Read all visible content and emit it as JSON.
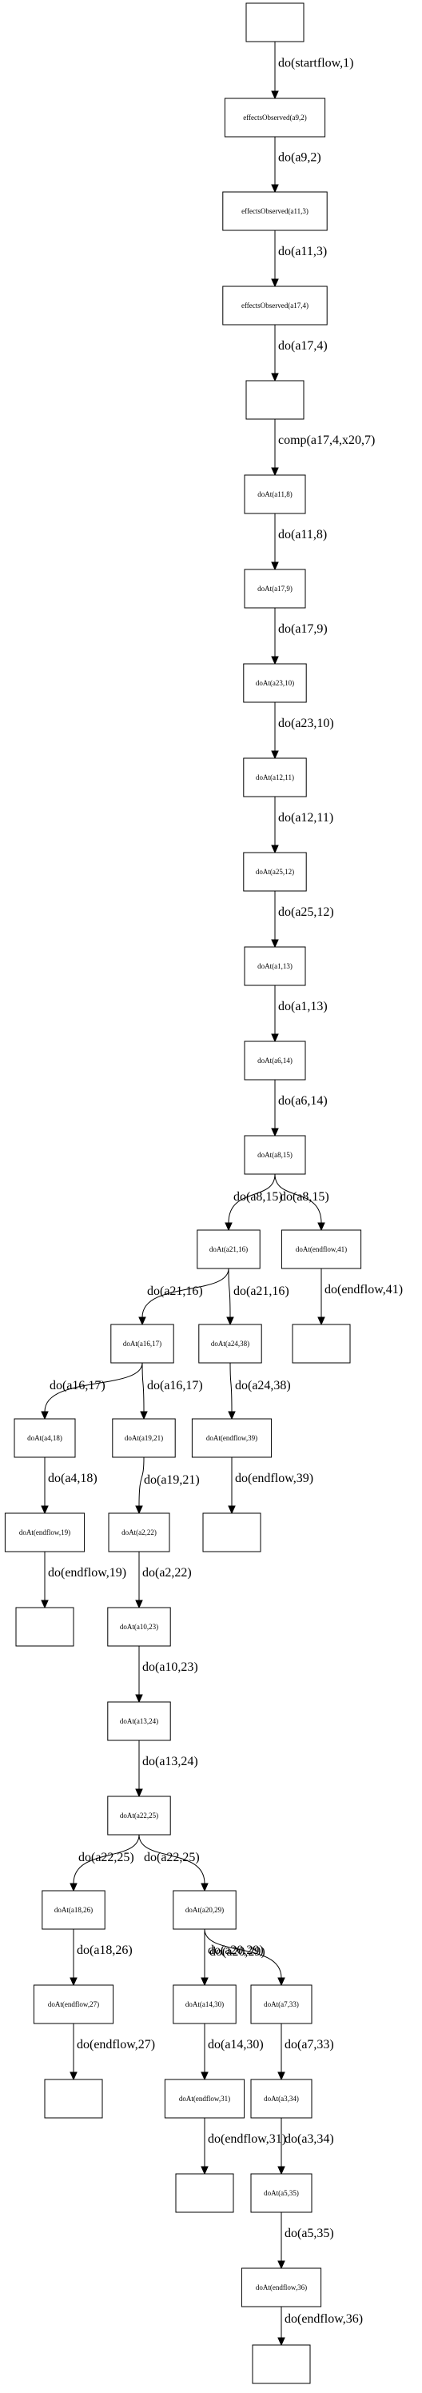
{
  "nodes": [
    {
      "id": "n0",
      "label": ""
    },
    {
      "id": "n1",
      "label": "effectsObserved(a9,2)"
    },
    {
      "id": "n2",
      "label": "effectsObserved(a11,3)"
    },
    {
      "id": "n3",
      "label": "effectsObserved(a17,4)"
    },
    {
      "id": "n4",
      "label": ""
    },
    {
      "id": "n5",
      "label": "doAt(a11,8)"
    },
    {
      "id": "n6",
      "label": "doAt(a17,9)"
    },
    {
      "id": "n7",
      "label": "doAt(a23,10)"
    },
    {
      "id": "n8",
      "label": "doAt(a12,11)"
    },
    {
      "id": "n9",
      "label": "doAt(a25,12)"
    },
    {
      "id": "n10",
      "label": "doAt(a1,13)"
    },
    {
      "id": "n11",
      "label": "doAt(a6,14)"
    },
    {
      "id": "n12",
      "label": "doAt(a8,15)"
    },
    {
      "id": "n13",
      "label": "doAt(a21,16)"
    },
    {
      "id": "n14",
      "label": "doAt(endflow,41)"
    },
    {
      "id": "n15",
      "label": ""
    },
    {
      "id": "n16",
      "label": "doAt(a16,17)"
    },
    {
      "id": "n17",
      "label": "doAt(a24,38)"
    },
    {
      "id": "n18",
      "label": "doAt(a4,18)"
    },
    {
      "id": "n19",
      "label": "doAt(a19,21)"
    },
    {
      "id": "n20",
      "label": "doAt(endflow,39)"
    },
    {
      "id": "n21",
      "label": "doAt(endflow,19)"
    },
    {
      "id": "n22",
      "label": "doAt(a2,22)"
    },
    {
      "id": "n23",
      "label": ""
    },
    {
      "id": "n24",
      "label": ""
    },
    {
      "id": "n25",
      "label": "doAt(a10,23)"
    },
    {
      "id": "n26",
      "label": "doAt(a13,24)"
    },
    {
      "id": "n27",
      "label": "doAt(a22,25)"
    },
    {
      "id": "n28",
      "label": "doAt(a18,26)"
    },
    {
      "id": "n29",
      "label": "doAt(a20,29)"
    },
    {
      "id": "n30",
      "label": "doAt(endflow,27)"
    },
    {
      "id": "n31",
      "label": "doAt(a14,30)"
    },
    {
      "id": "n32",
      "label": "doAt(a7,33)"
    },
    {
      "id": "n33",
      "label": ""
    },
    {
      "id": "n34",
      "label": "doAt(endflow,31)"
    },
    {
      "id": "n35",
      "label": "doAt(a3,34)"
    },
    {
      "id": "n36",
      "label": ""
    },
    {
      "id": "n37",
      "label": "doAt(a5,35)"
    },
    {
      "id": "n38",
      "label": "doAt(endflow,36)"
    },
    {
      "id": "n39",
      "label": ""
    }
  ],
  "edges": [
    {
      "from": "n0",
      "to": "n1",
      "label": "do(startflow,1)"
    },
    {
      "from": "n1",
      "to": "n2",
      "label": "do(a9,2)"
    },
    {
      "from": "n2",
      "to": "n3",
      "label": "do(a11,3)"
    },
    {
      "from": "n3",
      "to": "n4",
      "label": "do(a17,4)"
    },
    {
      "from": "n4",
      "to": "n5",
      "label": "comp(a17,4,x20,7)"
    },
    {
      "from": "n5",
      "to": "n6",
      "label": "do(a11,8)"
    },
    {
      "from": "n6",
      "to": "n7",
      "label": "do(a17,9)"
    },
    {
      "from": "n7",
      "to": "n8",
      "label": "do(a23,10)"
    },
    {
      "from": "n8",
      "to": "n9",
      "label": "do(a12,11)"
    },
    {
      "from": "n9",
      "to": "n10",
      "label": "do(a25,12)"
    },
    {
      "from": "n10",
      "to": "n11",
      "label": "do(a1,13)"
    },
    {
      "from": "n11",
      "to": "n12",
      "label": "do(a6,14)"
    },
    {
      "from": "n12",
      "to": "n13",
      "label": "do(a8,15)"
    },
    {
      "from": "n12",
      "to": "n14",
      "label": "do(a8,15)"
    },
    {
      "from": "n14",
      "to": "n15",
      "label": "do(endflow,41)"
    },
    {
      "from": "n13",
      "to": "n16",
      "label": "do(a21,16)"
    },
    {
      "from": "n13",
      "to": "n17",
      "label": "do(a21,16)"
    },
    {
      "from": "n16",
      "to": "n18",
      "label": "do(a16,17)"
    },
    {
      "from": "n16",
      "to": "n19",
      "label": "do(a16,17)"
    },
    {
      "from": "n17",
      "to": "n20",
      "label": "do(a24,38)"
    },
    {
      "from": "n18",
      "to": "n21",
      "label": "do(a4,18)"
    },
    {
      "from": "n19",
      "to": "n22",
      "label": "do(a19,21)"
    },
    {
      "from": "n20",
      "to": "n23",
      "label": "do(endflow,39)"
    },
    {
      "from": "n21",
      "to": "n24",
      "label": "do(endflow,19)"
    },
    {
      "from": "n22",
      "to": "n25",
      "label": "do(a2,22)"
    },
    {
      "from": "n25",
      "to": "n26",
      "label": "do(a10,23)"
    },
    {
      "from": "n26",
      "to": "n27",
      "label": "do(a13,24)"
    },
    {
      "from": "n27",
      "to": "n28",
      "label": "do(a22,25)"
    },
    {
      "from": "n27",
      "to": "n29",
      "label": "do(a22,25)"
    },
    {
      "from": "n28",
      "to": "n30",
      "label": "do(a18,26)"
    },
    {
      "from": "n29",
      "to": "n31",
      "label": "do(a20,29)"
    },
    {
      "from": "n29",
      "to": "n32",
      "label": "do(a20,29)"
    },
    {
      "from": "n30",
      "to": "n33",
      "label": "do(endflow,27)"
    },
    {
      "from": "n31",
      "to": "n34",
      "label": "do(a14,30)"
    },
    {
      "from": "n32",
      "to": "n35",
      "label": "do(a7,33)"
    },
    {
      "from": "n34",
      "to": "n36",
      "label": "do(endflow,31)"
    },
    {
      "from": "n35",
      "to": "n37",
      "label": "do(a3,34)"
    },
    {
      "from": "n37",
      "to": "n38",
      "label": "do(a5,35)"
    },
    {
      "from": "n38",
      "to": "n39",
      "label": "do(endflow,36)"
    }
  ]
}
